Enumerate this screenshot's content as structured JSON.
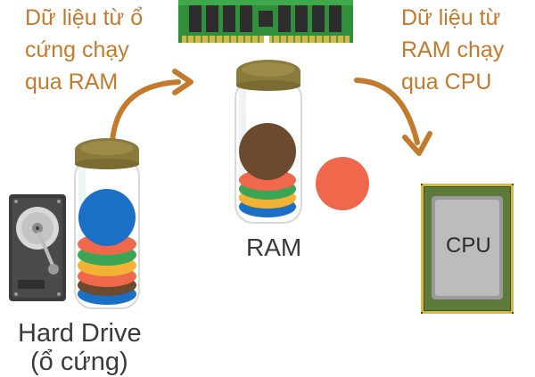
{
  "captions": {
    "hdd_to_ram": "Dữ liệu từ ổ\ncứng chạy\nqua RAM",
    "ram_to_cpu": "Dữ liệu từ\nRAM chạy\nqua CPU"
  },
  "labels": {
    "ram": "RAM",
    "hard_drive": "Hard Drive",
    "hard_drive_sub": "(ổ cứng)",
    "cpu": "CPU"
  },
  "colors": {
    "caption": "#c47a2c",
    "arrow": "#c47a2c",
    "jar_lid": "#8a7a3c",
    "ram_board": "#2f8f3a",
    "chip": "#2d2d2d",
    "cpu_pcb": "#5d7a3a",
    "cpu_die": "#bcbcbc",
    "floating_disc": "#f0684c",
    "discs": [
      "#1b6fc4",
      "#f0684c",
      "#3aa655",
      "#f2b233",
      "#6b4a2f"
    ]
  }
}
